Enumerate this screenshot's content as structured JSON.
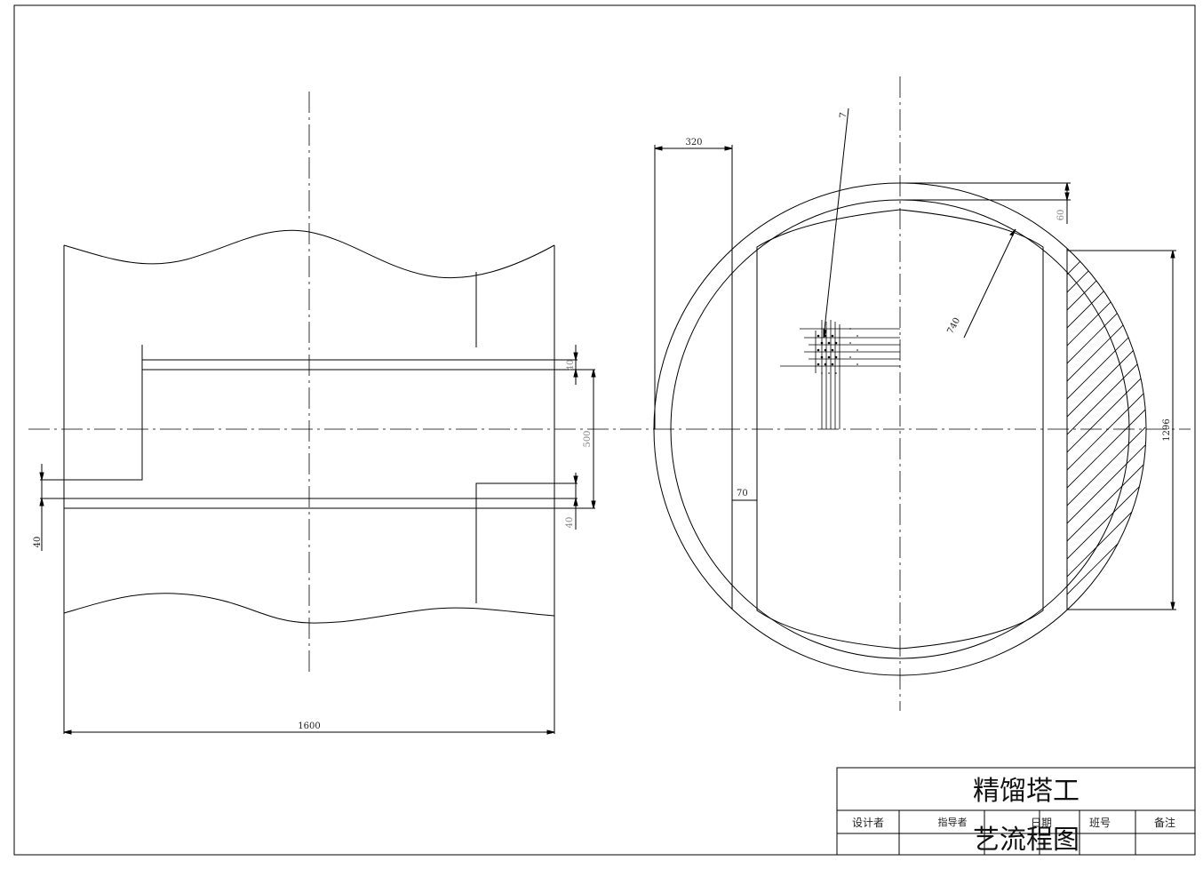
{
  "dimensions": {
    "top_width": "320",
    "gap_7": "7",
    "ring_60": "60",
    "radius_740": "740",
    "height_1296": "1296",
    "width_70": "70",
    "left_40_top": "40",
    "height_500": "500",
    "right_40_bottom": "40",
    "left_40": "40",
    "total_1600": "1600"
  },
  "title_block": {
    "title_line1": "精馏塔工",
    "title_line2": "艺流程图",
    "designer": "设计者",
    "advisor": "指导者",
    "date": "日期",
    "class_no": "班号",
    "remarks": "备注"
  }
}
